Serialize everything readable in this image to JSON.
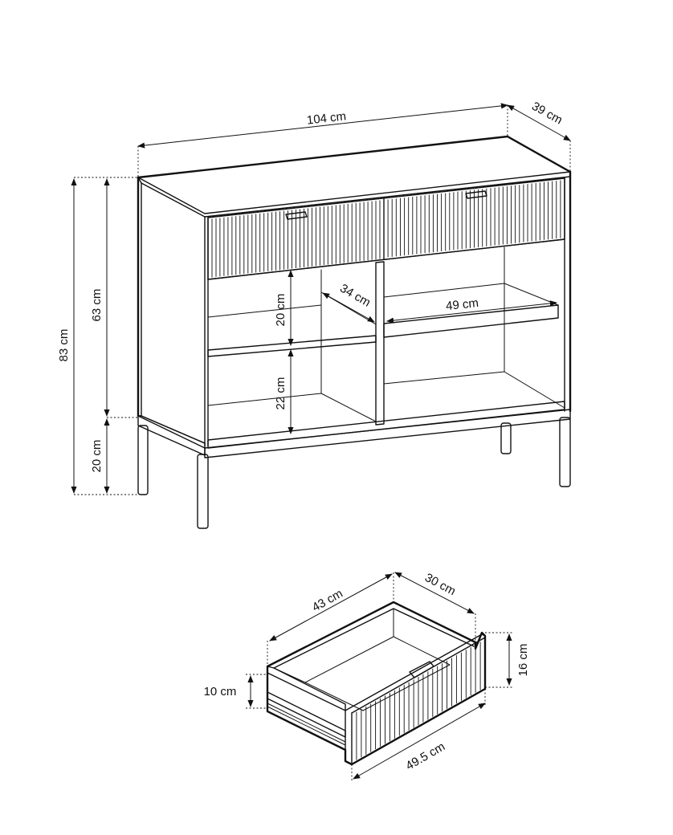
{
  "cabinet": {
    "width": "104 cm",
    "depth": "39 cm",
    "total_height": "83 cm",
    "body_height": "63 cm",
    "leg_height": "20 cm",
    "upper_compartment_height": "20 cm",
    "lower_compartment_height": "22 cm",
    "shelf_depth": "34 cm",
    "shelf_width": "49 cm"
  },
  "drawer": {
    "inner_width": "43 cm",
    "inner_depth": "30 cm",
    "inner_height": "10 cm",
    "front_height": "16 cm",
    "front_width": "49.5 cm"
  }
}
